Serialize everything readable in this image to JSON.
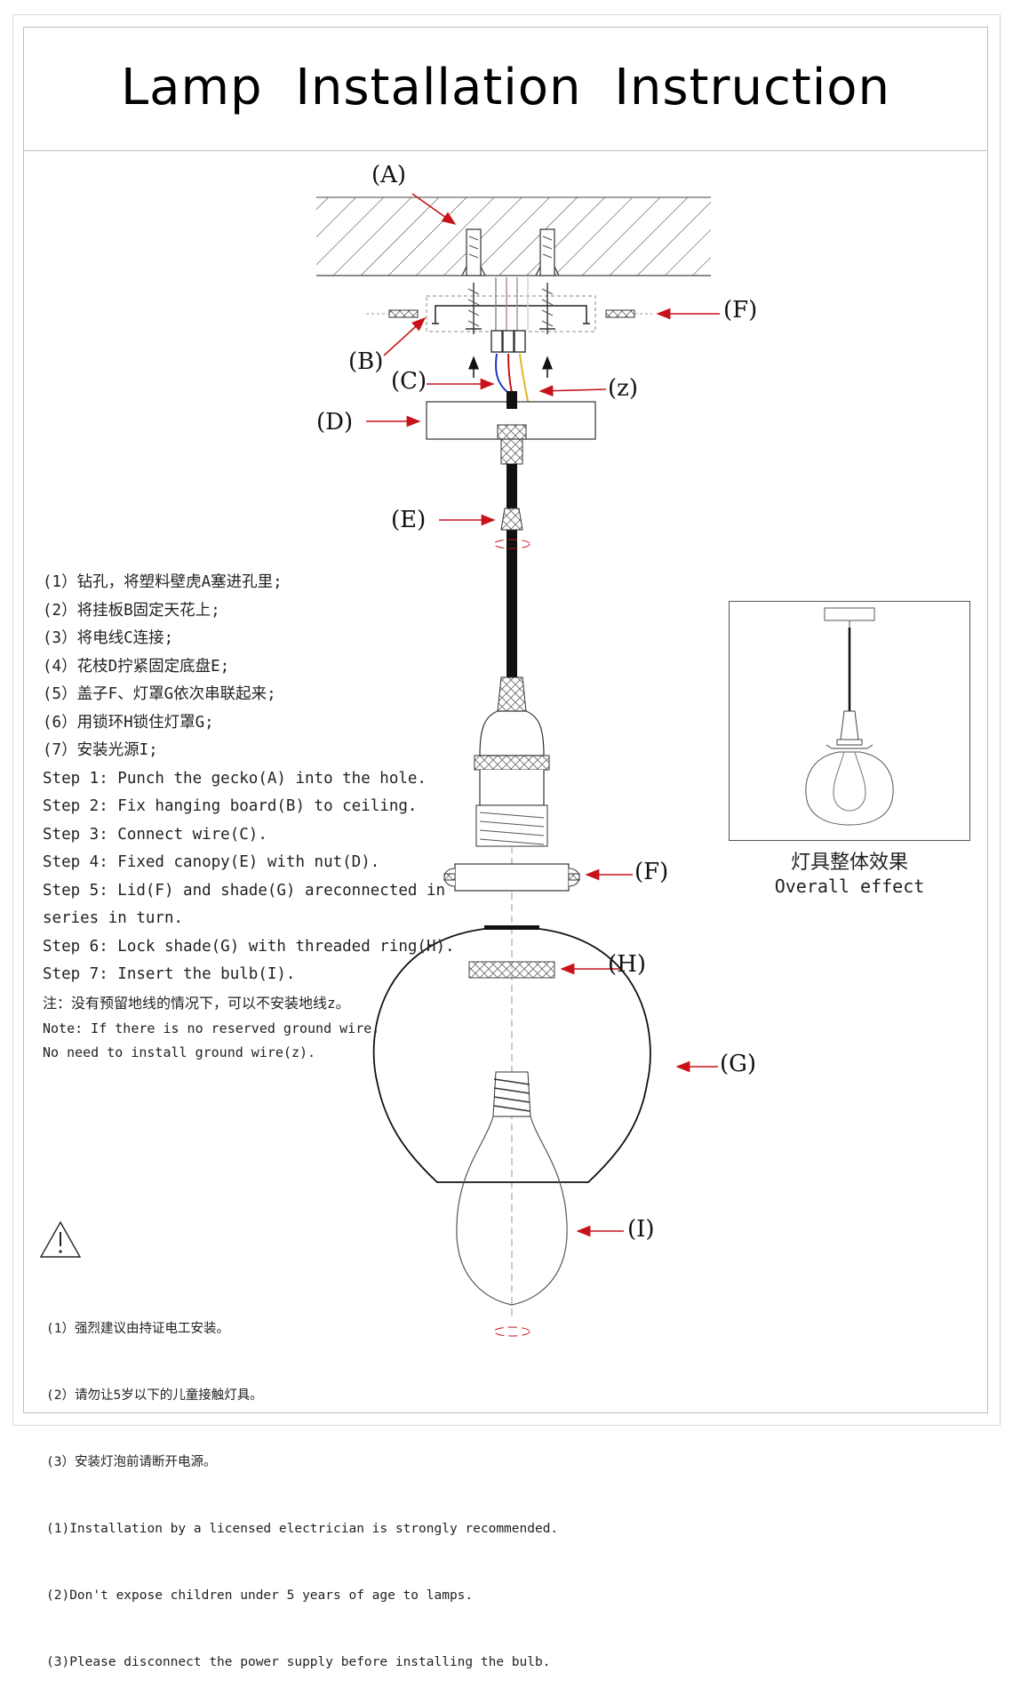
{
  "title": "Lamp  Installation  Instruction",
  "labels": {
    "A": "(A)",
    "B": "(B)",
    "C": "(C)",
    "z": "(z)",
    "D": "(D)",
    "E": "(E)",
    "F_top": "(F)",
    "F_mid": "(F)",
    "H": "(H)",
    "G": "(G)",
    "I": "(I)"
  },
  "steps_cn": [
    "(1）钻孔，将塑料壁虎A塞进孔里;",
    "(2）将挂板B固定天花上;",
    "(3）将电线C连接;",
    "(4）花枝D拧紧固定底盘E;",
    "(5）盖子F、灯罩G依次串联起来;",
    "(6）用锁环H锁住灯罩G;",
    "(7）安装光源I;"
  ],
  "steps_en": [
    "Step 1: Punch the gecko(A) into the hole.",
    "Step 2: Fix hanging board(B) to ceiling.",
    "Step 3: Connect wire(C).",
    "Step 4: Fixed canopy(E) with nut(D).",
    "Step 5: Lid(F) and shade(G) areconnected in",
    "series in turn.",
    "Step 6: Lock shade(G) with threaded ring(H).",
    "Step 7: Insert the bulb(I)."
  ],
  "note_cn": "注：没有预留地线的情况下，可以不安装地线z。",
  "note_en": [
    "Note: If there is no reserved ground wire,",
    "No need to install ground wire(z)."
  ],
  "overall": {
    "cn": "灯具整体效果",
    "en": "Overall effect"
  },
  "warnings": [
    "(1）强烈建议由持证电工安装。",
    "(2）请勿让5岁以下的儿童接触灯具。",
    "(3）安装灯泡前请断开电源。",
    "(1)Installation by a licensed electrician is strongly recommended.",
    "(2)Don't expose children under 5 years of age to lamps.",
    "(3)Please disconnect the power supply before installing the bulb."
  ],
  "colors": {
    "arrow": "#c8121b",
    "wire_blue": "#1f33c4",
    "wire_red": "#c8121b",
    "wire_yellow": "#e6b422",
    "line": "#222222"
  }
}
